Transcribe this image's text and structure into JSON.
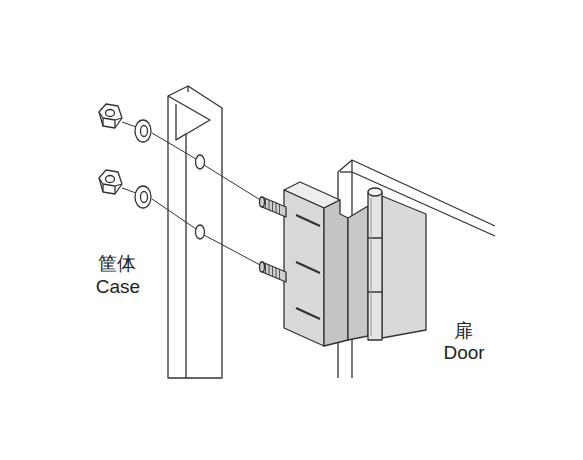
{
  "diagram": {
    "labels": [
      "筐体",
      "Case",
      "扉",
      "Door"
    ]
  }
}
